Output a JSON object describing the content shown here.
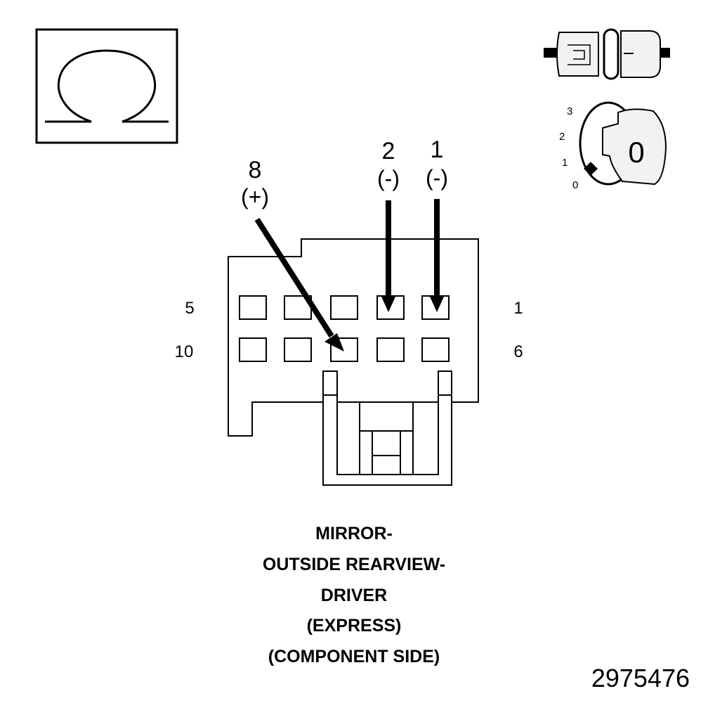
{
  "test_symbol": {
    "icon": "ohm-meter-icon",
    "glyph": "Ω"
  },
  "probes": [
    {
      "pin": "8",
      "polarity": "(+)"
    },
    {
      "pin": "2",
      "polarity": "(-)"
    },
    {
      "pin": "1",
      "polarity": "(-)"
    }
  ],
  "connector": {
    "row_labels": {
      "top_left": "5",
      "top_right": "1",
      "bottom_left": "10",
      "bottom_right": "6"
    }
  },
  "ignition": {
    "icon": "ignition-key-icon",
    "positions": [
      "3",
      "2",
      "1",
      "0"
    ],
    "key_label": "0"
  },
  "unplug_icon": "connector-disconnected-icon",
  "caption": {
    "lines": [
      "MIRROR-",
      "OUTSIDE REARVIEW-",
      "DRIVER",
      "(EXPRESS)",
      "(COMPONENT SIDE)"
    ]
  },
  "figure_number": "2975476",
  "colors": {
    "ink": "#000000",
    "paper": "#ffffff",
    "shade": "#f2f2f2"
  }
}
